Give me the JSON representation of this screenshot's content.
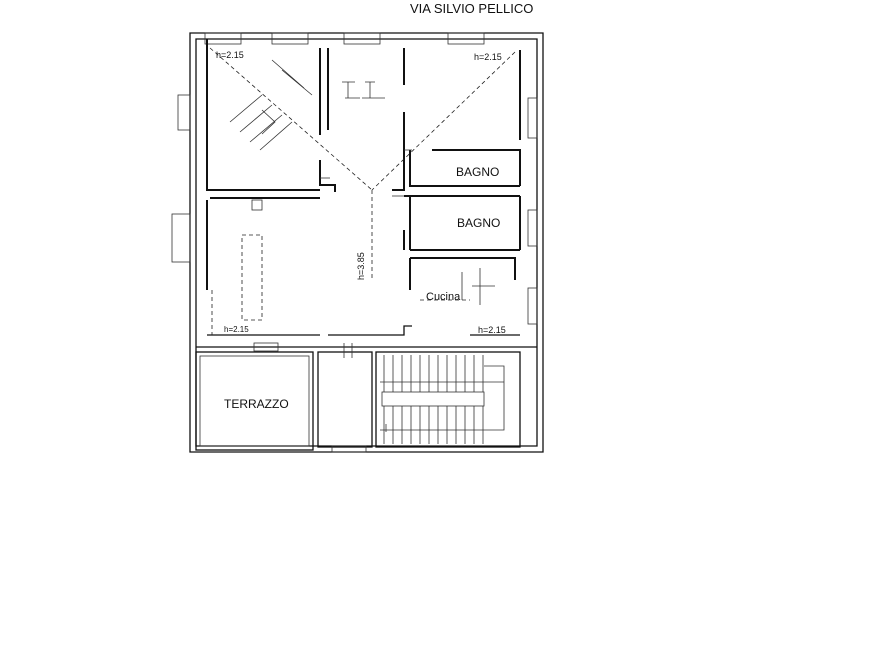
{
  "street": "VIA SILVIO PELLICO",
  "rooms": {
    "bagno_1": "BAGNO",
    "bagno_2": "BAGNO",
    "terrazzo": "TERRAZZO",
    "cucina": "Cucina"
  },
  "heights": {
    "top_left": "h=2.15",
    "top_right": "h=2.15",
    "center": "h=3.85",
    "bottom_right": "h=2.15",
    "bottom_left": "h=2.15"
  },
  "colors": {
    "line": "#111111",
    "background": "#ffffff"
  }
}
